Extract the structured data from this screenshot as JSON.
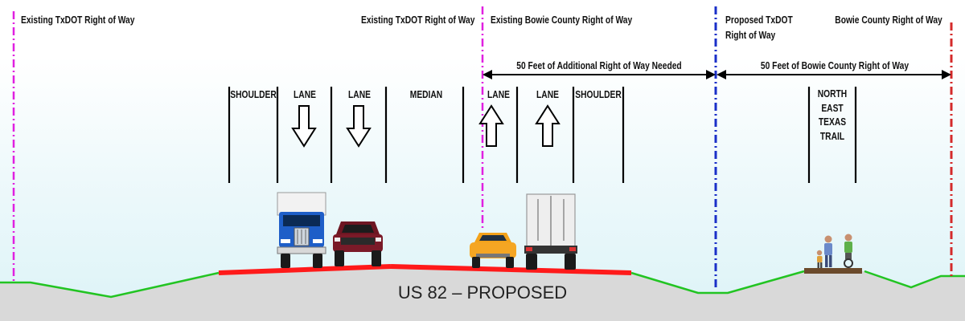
{
  "row_labels": {
    "existing_txdot_left": "Existing TxDOT Right of Way",
    "existing_txdot_mid": "Existing TxDOT Right of Way",
    "existing_bowie": "Existing Bowie County Right of Way",
    "bowie_row": "Bowie County Right of Way"
  },
  "proposed_txdot": [
    "Proposed TxDOT",
    "Right of Way"
  ],
  "dimensions": {
    "additional_row": "50 Feet of Additional Right of Way Needed",
    "bowie_county_row": "50 Feet of Bowie County Right of Way"
  },
  "lane_labels": {
    "shoulder_left": "SHOULDER",
    "lane_1": "LANE",
    "lane_2": "LANE",
    "median": "MEDIAN",
    "lane_3": "LANE",
    "lane_4": "LANE",
    "shoulder_right": "SHOULDER"
  },
  "trail_label": [
    "NORTH",
    "EAST",
    "TEXAS",
    "TRAIL"
  ],
  "title": "US 82 – PROPOSED",
  "colors": {
    "existing_row_line": "#e020e0",
    "proposed_row_line": "#1a2fc8",
    "bowie_row_line": "#d42a2a",
    "road_surface": "#ff1a1a",
    "ground_line": "#22c422",
    "ground_fill": "#d9d9d9",
    "trail_surface": "#6b4a2b"
  }
}
